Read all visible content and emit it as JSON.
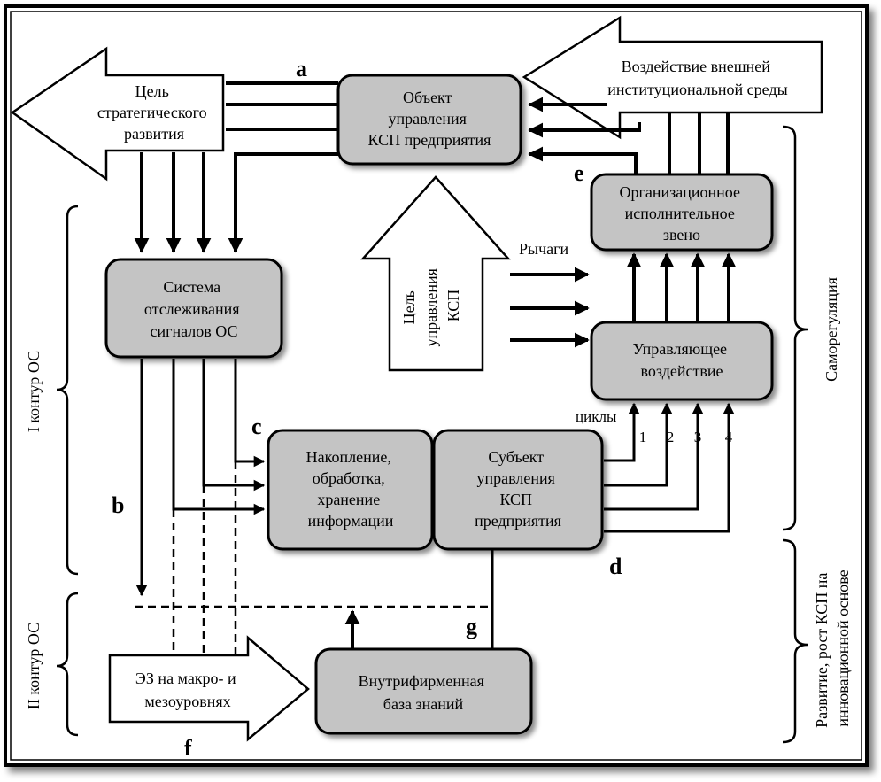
{
  "labels": {
    "a": "a",
    "b": "b",
    "c": "c",
    "d": "d",
    "e": "e",
    "f": "f",
    "g": "g"
  },
  "goal_strategic": [
    "Цель",
    "стратегического",
    "развития"
  ],
  "external_env": [
    "Воздействие внешней",
    "институциональной  среды"
  ],
  "control_object": [
    "Объект",
    "управления",
    "КСП предприятия"
  ],
  "monitoring_system": [
    "Система",
    "отслеживания",
    "сигналов ОС"
  ],
  "org_executive": [
    "Организационное",
    "исполнительное",
    "звено"
  ],
  "control_action": [
    "Управляющее",
    "воздействие"
  ],
  "ksp_goal": [
    "Цель",
    "управления",
    "КСП"
  ],
  "levers": "Рычаги",
  "accumulation": [
    "Накопление,",
    "обработка,",
    "хранение",
    "информации"
  ],
  "control_subject": [
    "Субъект",
    "управления",
    "КСП",
    "предприятия"
  ],
  "cycles": {
    "label": "циклы",
    "numbers": [
      "1",
      "2",
      "3",
      "4"
    ]
  },
  "knowledge_base": [
    "Внутрифирменная",
    "база знаний"
  ],
  "external_knowledge": [
    "ЭЗ на макро-  и",
    "мезоуровнях"
  ],
  "contour1": "I контур ОС",
  "contour2": "II контур ОС",
  "self_regulation": "Саморегуляция",
  "development": [
    "Развитие, рост КСП на",
    "инновационной основе"
  ]
}
